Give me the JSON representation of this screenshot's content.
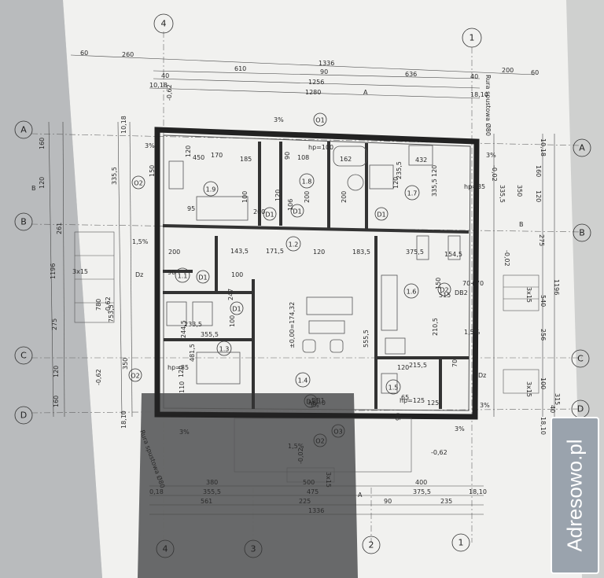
{
  "drawing": {
    "axes": {
      "top": [
        "4",
        "1"
      ],
      "left": [
        "A",
        "B",
        "C",
        "D"
      ],
      "right": [
        "A",
        "B",
        "C",
        "D"
      ],
      "bottom": [
        "4",
        "3",
        "2",
        "1"
      ]
    },
    "rooms": [
      "1.1",
      "1.2",
      "1.3",
      "1.4",
      "1.5",
      "1.6",
      "1.7",
      "1.8",
      "1.9"
    ],
    "doors": [
      "D1",
      "D1",
      "D1",
      "D1",
      "D1",
      "D2",
      "D3"
    ],
    "windows": [
      "O1",
      "O2",
      "O2",
      "O2",
      "O3"
    ],
    "top_dims": {
      "row1": [
        "60",
        "260",
        "1336",
        "200",
        "60"
      ],
      "row2": [
        "610",
        "90",
        "636"
      ],
      "row3": [
        "1256"
      ],
      "row4": [
        "10,18",
        "1280",
        "18,10"
      ],
      "marks": [
        "40",
        "40"
      ]
    },
    "bottom_dims": {
      "row1": [
        "380",
        "500",
        "400"
      ],
      "row2": [
        "0,18",
        "355,5",
        "475",
        "375,5",
        "18,10"
      ],
      "row3": [
        "561",
        "225",
        "90",
        "235"
      ],
      "row4": [
        "1336"
      ]
    },
    "left_dims": [
      "160",
      "120",
      "261",
      "1196",
      "275",
      "120",
      "160",
      "335,5",
      "780",
      "753,5",
      "350",
      "10,18",
      "18,10"
    ],
    "right_dims": [
      "160",
      "120",
      "275",
      "1196",
      "540",
      "256",
      "100",
      "315",
      "40",
      "10,18",
      "18,10",
      "350",
      "335,5"
    ],
    "inner_dims": [
      "450",
      "120",
      "170",
      "185",
      "90",
      "108",
      "162",
      "432",
      "235,5",
      "120",
      "120",
      "335,5",
      "150",
      "95",
      "100",
      "120",
      "106",
      "200",
      "200",
      "200",
      "90",
      "100",
      "200",
      "143,5",
      "171,5",
      "120",
      "183,5",
      "375,5",
      "154,5",
      "150",
      "515",
      "210,5",
      "555,5",
      "233,5",
      "355,5",
      "100",
      "481,5",
      "244,5",
      "120",
      "110",
      "215,5",
      "120",
      "70",
      "65",
      "90",
      "125",
      "70+70",
      "247"
    ],
    "annotations": {
      "rura_top": "Rura spustowa Ø80",
      "rura_bottom": "Rura spustowa Ø80",
      "level_center": "±0,00=174,32",
      "levels": [
        "-0,62",
        "-0,02",
        "-0,62",
        "-0,02",
        "-0,62",
        "-0,02",
        "-0,62"
      ],
      "slopes": [
        "3%",
        "3%",
        "3%",
        "1,5%",
        "3%",
        "1,5%",
        "3%",
        "3%",
        "3%",
        "1,5%"
      ],
      "hp_labels": [
        "hp=100",
        "hp=85",
        "hp=85",
        "hp=0",
        "hp=125"
      ],
      "stairs": [
        "3x15",
        "3x15",
        "3x15",
        "3x15"
      ],
      "section_marks": [
        "A",
        "A",
        "B",
        "B"
      ],
      "db": [
        "DB2",
        "DB1"
      ],
      "d2z": [
        "Dz",
        "Dz"
      ]
    },
    "watermark": "Adresowo.pl"
  }
}
